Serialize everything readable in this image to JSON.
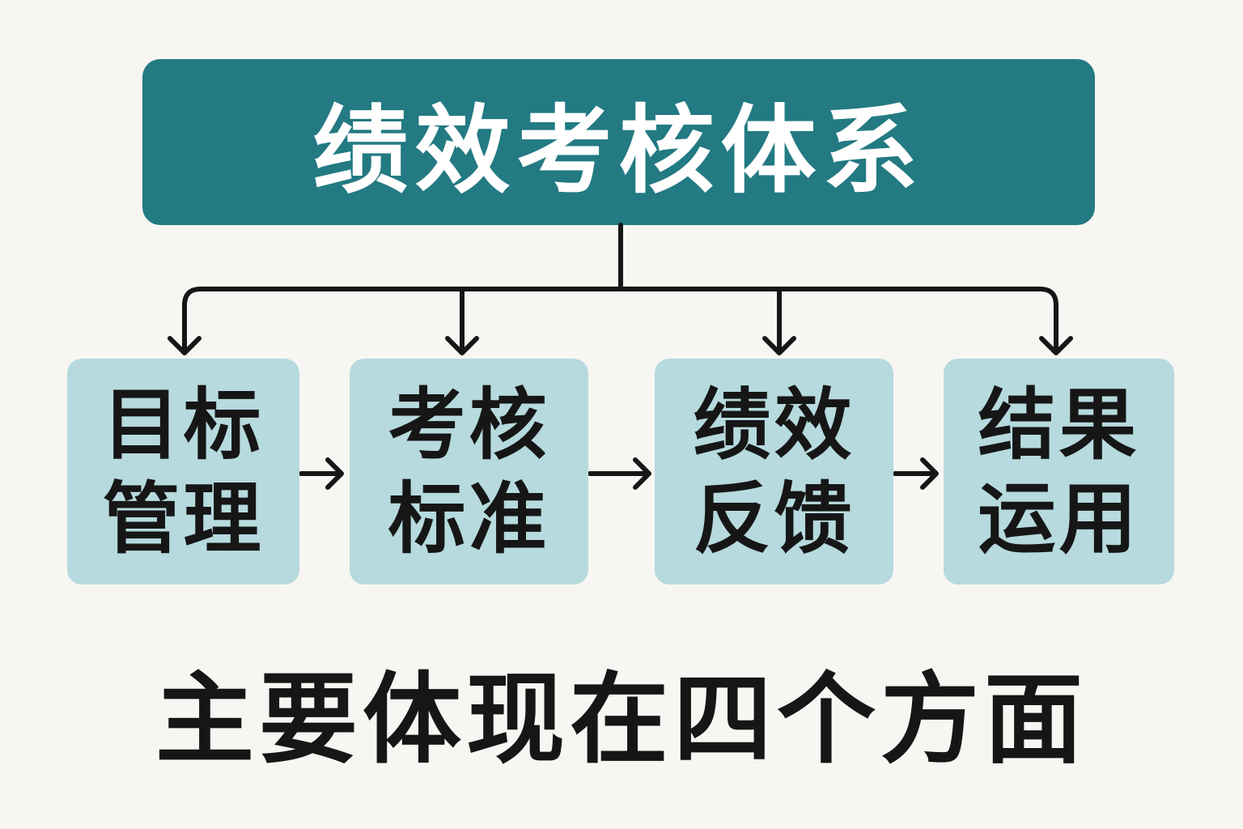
{
  "title": "绩效考核体系",
  "steps": [
    {
      "label": "目标管理"
    },
    {
      "label": "考核标准"
    },
    {
      "label": "绩效反馈"
    },
    {
      "label": "结果运用"
    }
  ],
  "caption": "主要体现在四个方面",
  "colors": {
    "title_bg": "#237a82",
    "step_bg": "#b6dade",
    "background": "#f7f6f3",
    "line": "#161616"
  }
}
